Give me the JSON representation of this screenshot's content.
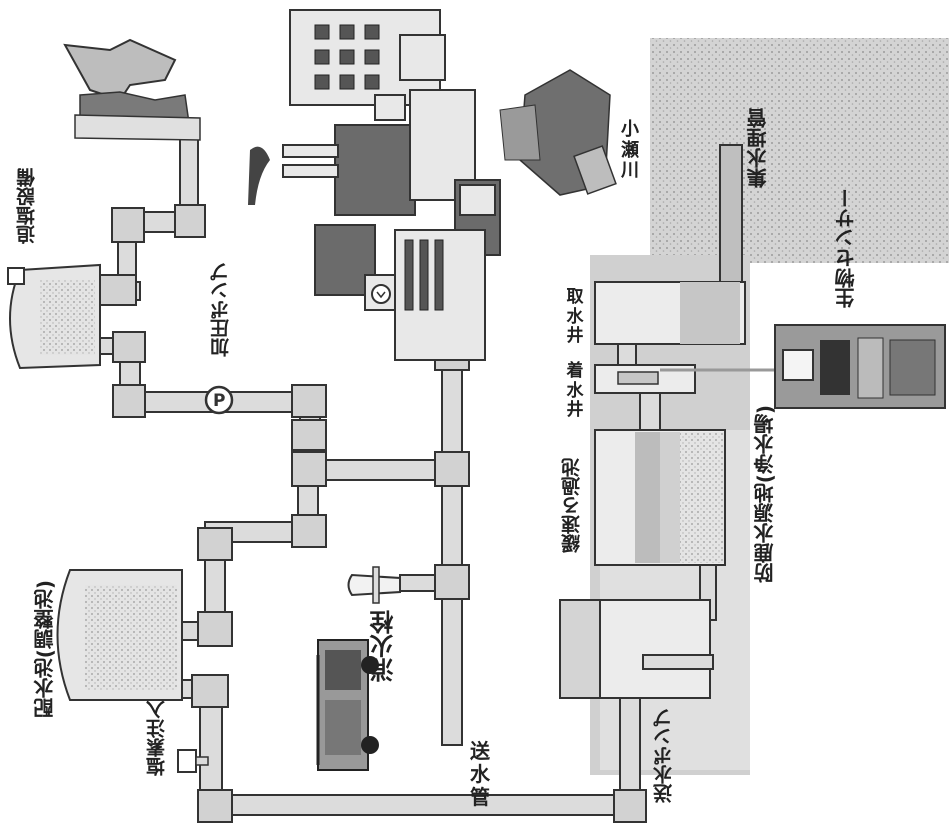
{
  "labels": {
    "tsuien": "追塩設備",
    "kaatsu_pump": "加圧ポンプ",
    "haisui": "配水池(調整池)",
    "enso": "塩素注入",
    "shokasen": "消火栓",
    "sousuikan": [
      "送",
      "水",
      "管"
    ],
    "sousui_pump": "送水ポンプ",
    "kansoku": "緩速ろ過池",
    "bouka": "防鹿水源地(浄水場)",
    "chakusui": [
      "着",
      "水",
      "井"
    ],
    "shusui": [
      "取",
      "水",
      "井"
    ],
    "shusui_maikan": "集水埋管",
    "kose": [
      "小",
      "瀬",
      "川"
    ],
    "seibutsu": "生物センサー"
  },
  "pump_letter": "P",
  "colors": {
    "pipe": "#dcdcdc",
    "water": "#d9d9d9",
    "river": "#c8c8c8",
    "building_dark": "#6b6b6b",
    "outline": "#333333"
  }
}
